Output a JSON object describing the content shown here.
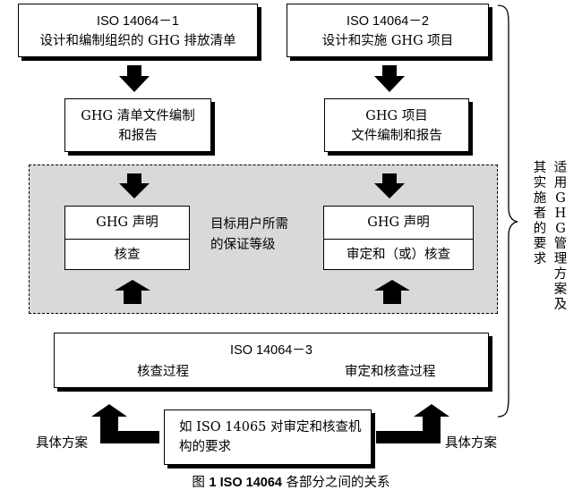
{
  "top_left": {
    "line1": "ISO 14064－1",
    "line2": "设计和编制组织的 GHG 排放清单"
  },
  "top_right": {
    "line1": "ISO 14064－2",
    "line2": "设计和实施 GHG 项目"
  },
  "mid_left": {
    "line1": "GHG 清单文件编制",
    "line2": "和报告"
  },
  "mid_right": {
    "line1": "GHG 项目",
    "line2": "文件编制和报告"
  },
  "assurance_left": {
    "top": "GHG 声明",
    "bottom": "核查"
  },
  "assurance_right": {
    "top": "GHG 声明",
    "bottom": "审定和（或）核查"
  },
  "center_text": {
    "line1": "目标用户所需",
    "line2": "的保证等级"
  },
  "iso3": {
    "title": "ISO 14064－3",
    "left": "核查过程",
    "right": "审定和核查过程"
  },
  "iso14065": {
    "line1": "如 ISO  14065 对审定和核查机",
    "line2": "构的要求"
  },
  "specific_left": "具体方案",
  "specific_right": "具体方案",
  "side_note": {
    "col1": "适用GHG管理方案及",
    "col2": "其实施者的要求"
  },
  "caption": {
    "prefix": "图",
    "bold": "1 ISO 14064",
    "suffix": " 各部分之间的关系"
  }
}
